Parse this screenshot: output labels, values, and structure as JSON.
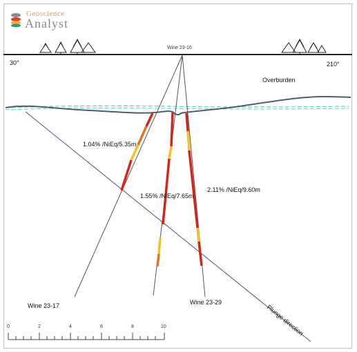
{
  "logo": {
    "line1": "Geoscience",
    "line2": "Analyst"
  },
  "collar_label": "Wine 23-16",
  "azimuth_left": "30°",
  "azimuth_right": "210°",
  "overburden_label": "Overburden",
  "holes": [
    {
      "name": "Wine 23-17",
      "intercept": "1.04% /NiEq/5.35m"
    },
    {
      "name": "Wine 23-16",
      "intercept": "1.55% /NiEq/7.65m"
    },
    {
      "name": "Wine 23-29",
      "intercept": "2.11% /NiEq/9.60m"
    }
  ],
  "plunge_label": "Plunge direction",
  "scale": {
    "ticks": [
      "0",
      "2",
      "4",
      "6",
      "8",
      "10"
    ]
  },
  "colors": {
    "high_grade": "#d62418",
    "mid_grade": "#e5731e",
    "low_grade": "#f5c020",
    "topography": "#4f5b6e",
    "water": "#58d8b4",
    "lines": "#555555"
  }
}
